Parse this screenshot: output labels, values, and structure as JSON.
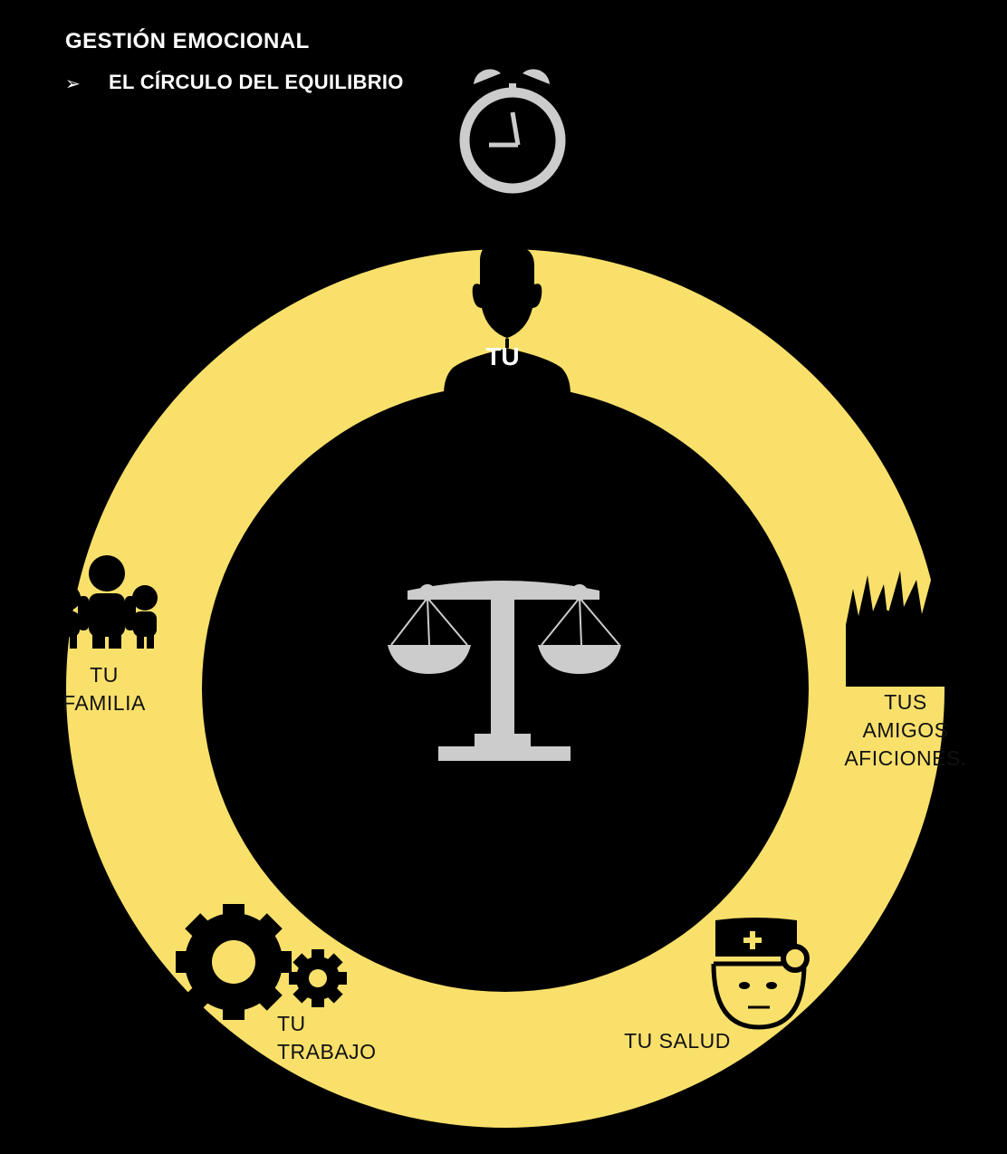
{
  "header": {
    "title": "GESTIÓN EMOCIONAL",
    "bullet": "➢",
    "subtitle": "EL CÍRCULO DEL EQUILIBRIO"
  },
  "center": {
    "label": "TU",
    "icon": "person-bust-icon"
  },
  "segments": {
    "familia": {
      "line1": "TU",
      "line2": "FAMILIA",
      "icon": "family-icon"
    },
    "amigos": {
      "line1": "TUS",
      "line2": "AMIGOS",
      "line3": "AFICIONES.",
      "icon": "crowd-icon"
    },
    "trabajo": {
      "line1": "TU",
      "line2": "TRABAJO",
      "icon": "gears-icon"
    },
    "salud": {
      "line1": "TU SALUD",
      "icon": "doctor-icon"
    }
  },
  "icons": {
    "top": "alarm-clock-icon",
    "middle": "balance-scale-icon"
  },
  "colors": {
    "background": "#000000",
    "ring": "#f9e06b",
    "icon_gray": "#cccccc",
    "text_dark": "#111111",
    "text_light": "#ffffff"
  }
}
